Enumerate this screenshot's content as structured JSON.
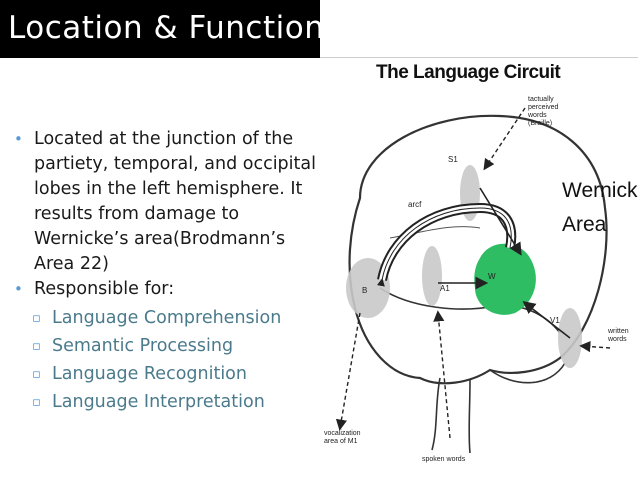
{
  "slide": {
    "title": "Location & Function",
    "bullets": [
      "Located at the junction of the partiety, temporal, and occipital lobes in the left hemisphere. It results from damage to Wernicke’s area(Brodmann’s Area 22)",
      "Responsible for:"
    ],
    "sub_bullets": [
      "Language Comprehension",
      "Semantic Processing",
      "Language Recognition",
      "Language Interpretation"
    ]
  },
  "diagram": {
    "title": "The Language Circuit",
    "wernicke_label": [
      "Wernicke’s",
      "Area"
    ],
    "labels": {
      "tactually_perceived": [
        "tactually",
        "perceived",
        "words",
        "(Braille)"
      ],
      "s1": "S1",
      "arcf": "arcf",
      "a1": "A1",
      "v1": "V1",
      "b": "B",
      "w": "W",
      "written_words": [
        "written",
        "words"
      ],
      "vocalization": [
        "vocalization",
        "area of M1"
      ],
      "spoken_words": "spoken words"
    },
    "colors": {
      "wernicke_area": "#2ebd63",
      "regions": "#c9c9c9",
      "outline": "#333333"
    }
  }
}
